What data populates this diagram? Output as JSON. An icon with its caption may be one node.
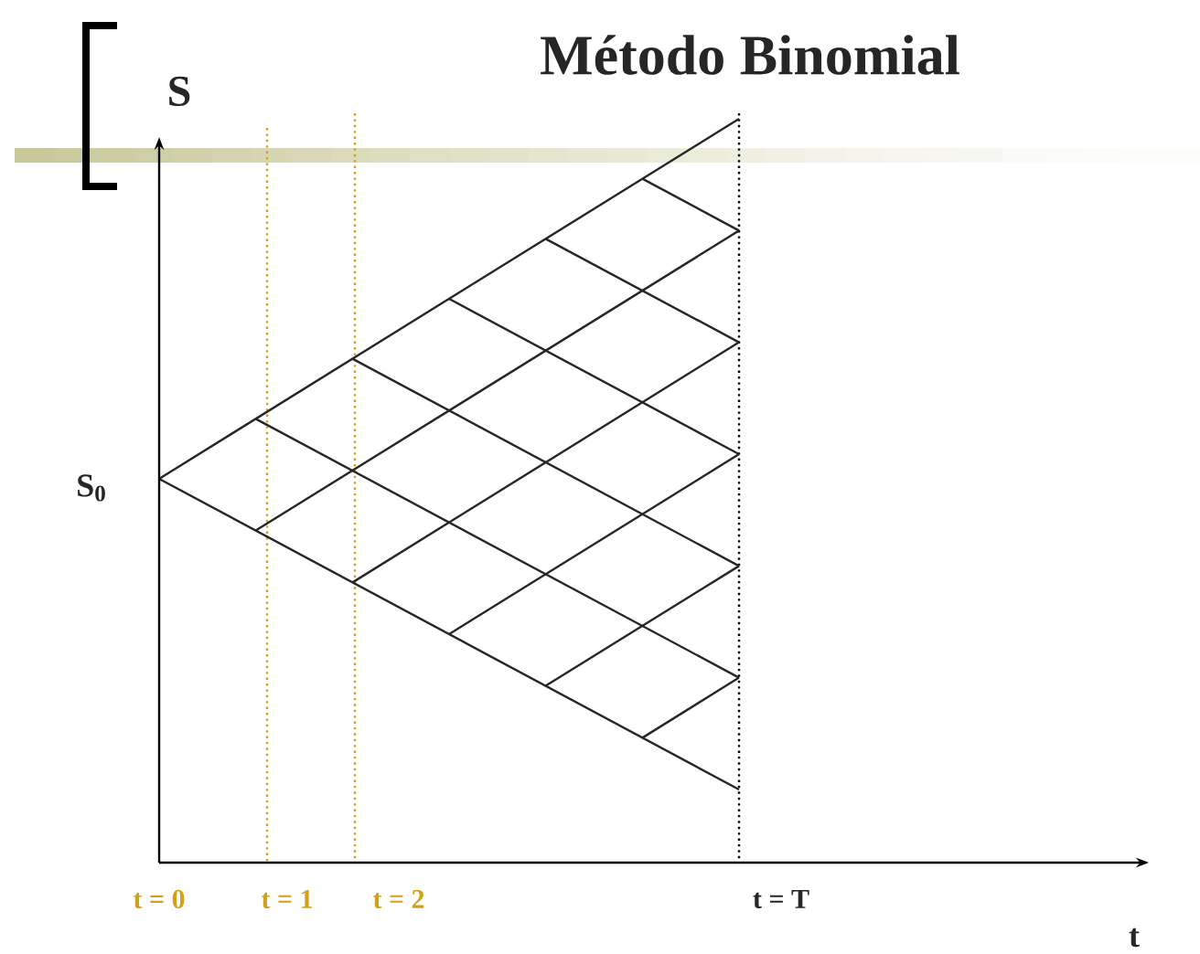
{
  "diagram": {
    "title": "Método Binomial",
    "labels": [
      "S",
      "S$_{0}$",
      "t = 0",
      "t = 1",
      "t = 2",
      "t = T",
      "t"
    ]
  }
}
